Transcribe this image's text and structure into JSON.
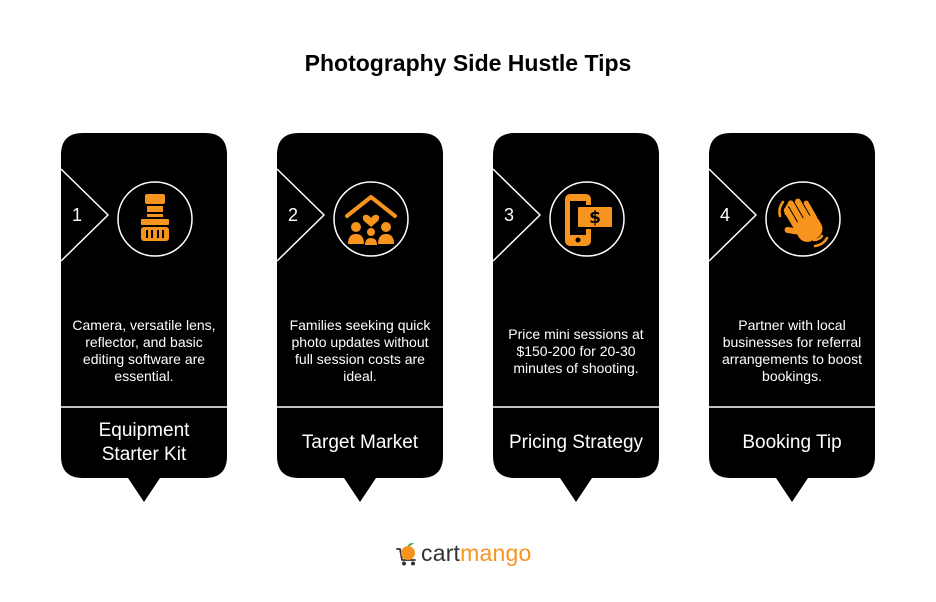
{
  "title": "Photography Side Hustle Tips",
  "colors": {
    "card": "#000000",
    "accent": "#f7941d",
    "text": "#ffffff"
  },
  "cards": [
    {
      "number": "1",
      "icon": "flash-light-icon",
      "description": "Camera, versatile lens, reflector, and basic editing software are essential.",
      "label": "Equipment Starter Kit"
    },
    {
      "number": "2",
      "icon": "family-home-icon",
      "description": "Families seeking quick photo updates without full session costs are ideal.",
      "label": "Target Market"
    },
    {
      "number": "3",
      "icon": "phone-payment-icon",
      "description": "Price mini sessions at $150-200 for 20-30 minutes of shooting.",
      "label": "Pricing Strategy"
    },
    {
      "number": "4",
      "icon": "waving-hand-icon",
      "description": "Partner with local businesses for referral arrangements to boost bookings.",
      "label": "Booking Tip"
    }
  ],
  "logo": {
    "part1": "cart",
    "part2": "mango"
  }
}
